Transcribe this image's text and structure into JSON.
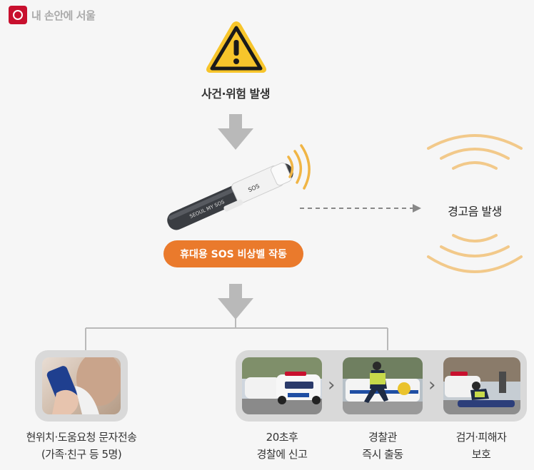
{
  "logo": {
    "text": "내 손안에 서울"
  },
  "steps": {
    "incident": "사건·위험 발생",
    "device_button": "휴대용 SOS 비상벨 작동",
    "alarm": "경고음 발생"
  },
  "device": {
    "brand_text": "SEOUL MY SOS",
    "number_text": "SOS"
  },
  "outcomes": [
    {
      "line1": "현위치·도움요청 문자전송",
      "line2": "(가족·친구 등 5명)"
    },
    {
      "line1": "20초후",
      "line2": "경찰에 신고"
    },
    {
      "line1": "경찰관",
      "line2": "즉시 출동"
    },
    {
      "line1": "검거·피해자",
      "line2": "보호"
    }
  ],
  "colors": {
    "accent": "#ea7a2c",
    "warning": "#f7c52b",
    "sound_waves": "#f2c98a",
    "arrow": "#b9b9b9"
  }
}
